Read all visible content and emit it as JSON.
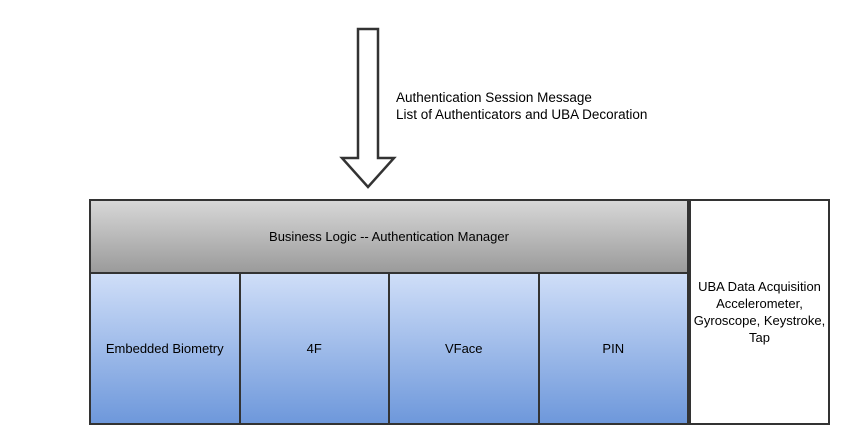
{
  "colors": {
    "border": "#333333",
    "header_gradient_top": "#d7d7d7",
    "header_gradient_bottom": "#9b9b9b",
    "cell_gradient_top": "#cfdef8",
    "cell_gradient_bottom": "#6e98db",
    "background": "#ffffff",
    "text": "#000000"
  },
  "arrow": {
    "name": "down-arrow",
    "direction": "down",
    "fill": "#ffffff",
    "stroke": "#333333"
  },
  "annotation": {
    "line1": "Authentication Session Message",
    "line2": "List of Authenticators and UBA Decoration"
  },
  "diagram": {
    "manager_label": "Business Logic -- Authentication Manager",
    "authenticators": [
      "Embedded Biometry",
      "4F",
      "VFace",
      "PIN"
    ],
    "uba": {
      "title": "UBA Data Acquisition",
      "detail": "Accelerometer, Gyroscope, Keystroke, Tap"
    }
  }
}
